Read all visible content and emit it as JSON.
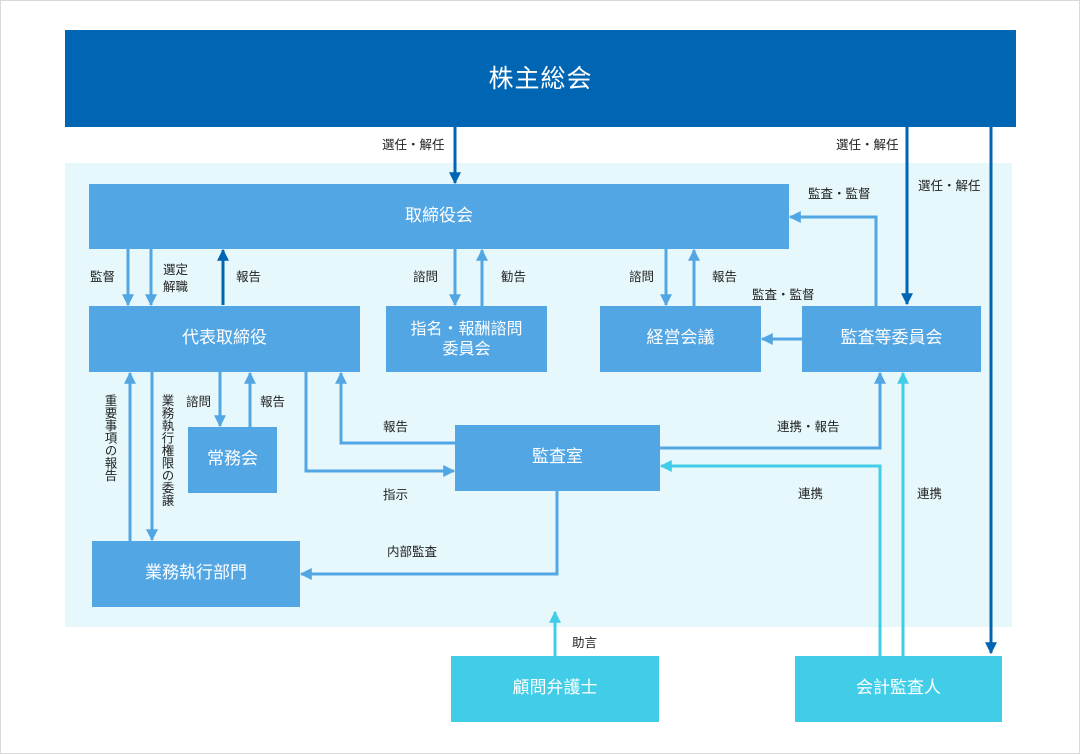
{
  "boxes": {
    "shareholders": "株主総会",
    "board": "取締役会",
    "president": "代表取締役",
    "nomination_line1": "指名・報酬諮問",
    "nomination_line2": "委員会",
    "management_meeting": "経営会議",
    "audit_committee": "監査等委員会",
    "executive_committee": "常務会",
    "audit_office": "監査室",
    "business_divisions": "業務執行部門",
    "legal_advisor": "顧問弁護士",
    "accounting_auditor": "会計監査人"
  },
  "labels": {
    "elect_dismiss_board": "選任・解任",
    "elect_dismiss_audit_committee": "選任・解任",
    "elect_dismiss_accounting_auditor": "選任・解任",
    "supervise": "監督",
    "appoint_dismiss_line1": "選定",
    "appoint_dismiss_line2": "解職",
    "report_president_to_board": "報告",
    "consult_nomination": "諮問",
    "recommend": "勧告",
    "consult_management": "諮問",
    "report_management": "報告",
    "audit_supervise_board": "監査・監督",
    "audit_supervise_management": "監査・監督",
    "important_matters_report": "重要事項の報告",
    "business_authority_delegation": "業務執行権限の委譲",
    "consult_executive": "諮問",
    "report_executive": "報告",
    "report_audit_office": "報告",
    "instruction": "指示",
    "coordinate_report": "連携・報告",
    "coordinate_audit_office": "連携",
    "coordinate_audit_committee": "連携",
    "internal_audit": "内部監査",
    "advice": "助言"
  },
  "colors": {
    "dark_blue": "#0066b3",
    "mid_blue": "#53a6e4",
    "cyan": "#41cde8",
    "zone_background": "#e6f8fc"
  }
}
